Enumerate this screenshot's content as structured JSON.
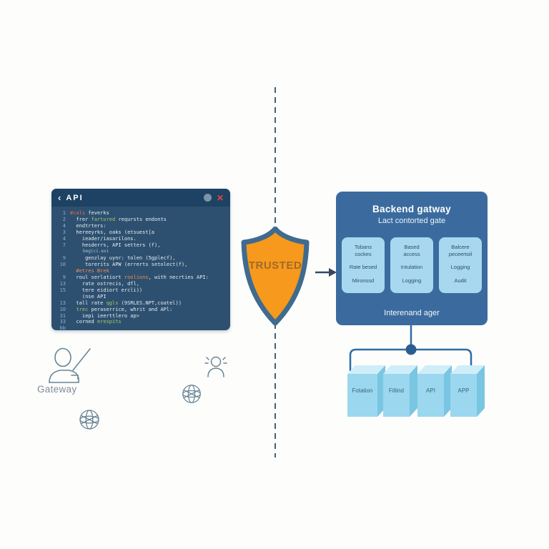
{
  "editor": {
    "back_icon": "‹",
    "title": "API",
    "window_controls": {
      "minimize": "minimize-dot",
      "close": "✕"
    },
    "code_lines": [
      {
        "num": "1",
        "segments": [
          {
            "t": "#cals",
            "c": "red"
          },
          {
            "t": " feverks",
            "c": "plain"
          }
        ]
      },
      {
        "num": "2",
        "segments": [
          {
            "t": "  frer ",
            "c": "plain"
          },
          {
            "t": "fartured",
            "c": "green"
          },
          {
            "t": " reqursts endonts",
            "c": "plain"
          }
        ]
      },
      {
        "num": "4",
        "segments": [
          {
            "t": "  endtrters:",
            "c": "plain"
          }
        ]
      },
      {
        "num": "3",
        "segments": [
          {
            "t": "  hereeyrks, oaks (etsuest[a",
            "c": "plain"
          }
        ]
      },
      {
        "num": "4",
        "segments": [
          {
            "t": "    ieader/iasarilons.",
            "c": "plain"
          }
        ]
      },
      {
        "num": "7",
        "segments": [
          {
            "t": "    hesderrs, API setters (f),",
            "c": "plain"
          }
        ]
      },
      {
        "num": "",
        "segments": [
          {
            "t": "     begici.exi",
            "c": "dim"
          }
        ]
      },
      {
        "num": "9",
        "segments": [
          {
            "t": "     genzlay uynr: tolen (5gplecf),",
            "c": "plain"
          }
        ]
      },
      {
        "num": "10",
        "segments": [
          {
            "t": "     torerits APW (errerts setolect(f),",
            "c": "plain"
          }
        ]
      },
      {
        "num": "",
        "segments": [
          {
            "t": "  #etres Brek",
            "c": "orange"
          }
        ]
      },
      {
        "num": "9",
        "segments": [
          {
            "t": "  roul serlatiort ",
            "c": "plain"
          },
          {
            "t": "roolions",
            "c": "orange"
          },
          {
            "t": ", with necrties API:",
            "c": "plain"
          }
        ]
      },
      {
        "num": "13",
        "segments": [
          {
            "t": "    rate ostrecis, dfl,",
            "c": "plain"
          }
        ]
      },
      {
        "num": "15",
        "segments": [
          {
            "t": "    tere eidiort ercli))",
            "c": "plain"
          }
        ]
      },
      {
        "num": "",
        "segments": [
          {
            "t": "    (nse API",
            "c": "plain"
          }
        ]
      },
      {
        "num": "13",
        "segments": [
          {
            "t": "  tall rate ",
            "c": "plain"
          },
          {
            "t": "qgls",
            "c": "green"
          },
          {
            "t": " (9SRLES.NPT,coatel))",
            "c": "plain"
          }
        ]
      },
      {
        "num": "10",
        "segments": [
          {
            "t": "  ",
            "c": "plain"
          },
          {
            "t": "trec",
            "c": "green"
          },
          {
            "t": " peraserrice, whrit and APl:",
            "c": "plain"
          }
        ]
      },
      {
        "num": "31",
        "segments": [
          {
            "t": "    iepi ieerttlero ap>",
            "c": "plain"
          }
        ]
      },
      {
        "num": "33",
        "segments": [
          {
            "t": "  corned ",
            "c": "plain"
          },
          {
            "t": "erespits",
            "c": "green"
          }
        ]
      },
      {
        "num": "bb",
        "segments": []
      }
    ]
  },
  "shield": {
    "label": "TRUSTED"
  },
  "backend": {
    "title": "Backend gatway",
    "subtitle": "Lact contorted gate",
    "footer": "Interenand ager",
    "boxes": [
      {
        "lines": [
          "Tobans",
          "cockes",
          "Rate besed",
          "Mironssd"
        ]
      },
      {
        "lines": [
          "Based",
          "access",
          "Intulation",
          "Logging"
        ]
      },
      {
        "lines": [
          "Balcere",
          "peceertoil",
          "Logging",
          "Audit"
        ]
      }
    ]
  },
  "servers": {
    "items": [
      {
        "label": "Fotation"
      },
      {
        "label": "Fillind"
      },
      {
        "label": "API"
      },
      {
        "label": "APP"
      }
    ]
  },
  "sketches": {
    "gateway_label": "Gateway"
  },
  "colors": {
    "shield_fill": "#f6991d",
    "shield_border": "#3f6b8e",
    "shield_text": "#a06a26",
    "editor_bg": "#2e5070",
    "editor_header_bg": "#1d4263",
    "panel_blue": "#3b6b9e",
    "feature_box_blue": "#a7d8f0",
    "server_front": "#9bd7ef",
    "server_top": "#cfeefa",
    "server_side": "#79c6e2",
    "connector_blue": "#2e6da6",
    "code_green": "#9ccc65",
    "code_red": "#ef6550",
    "dash_line": "#42607a"
  }
}
